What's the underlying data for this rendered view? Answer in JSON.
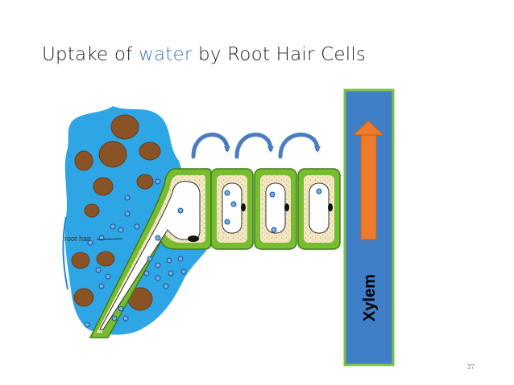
{
  "slide": {
    "title_prefix": "Uptake of ",
    "title_accent": "water",
    "title_suffix": " by Root Hair Cells",
    "page_number": "37"
  },
  "diagram": {
    "labels": {
      "root_hair": "root hair",
      "xylem": "Xylem"
    }
  },
  "colors": {
    "title_accent": "#3e74b8",
    "soil_water": "#2ea6e6",
    "soil_particles": "#8a5326",
    "cell_wall": "#77bd2f",
    "cytoplasm": "#f2e6c3",
    "xylem_fill": "#3f7fc7",
    "xylem_border": "#7cc142",
    "xylem_arrow": "#ee7a2b",
    "water_arrows": "#4a7dc0"
  }
}
